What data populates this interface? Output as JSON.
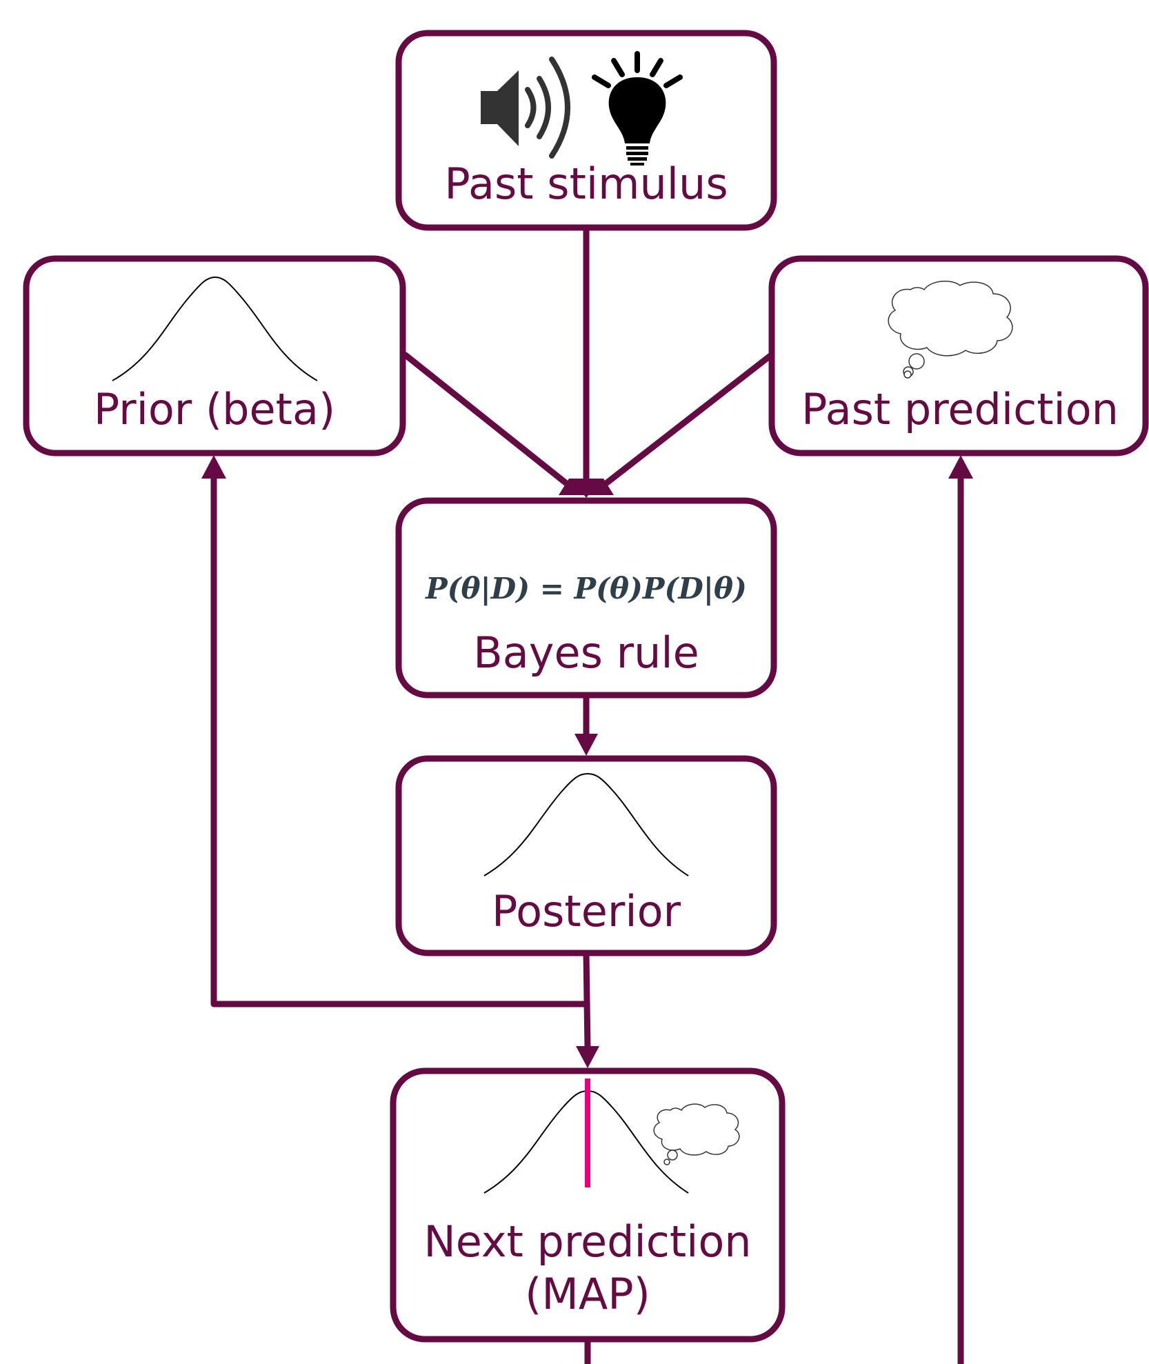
{
  "diagram": {
    "nodes": {
      "past_stimulus": {
        "label": "Past stimulus",
        "icons": [
          "speaker-icon",
          "lightbulb-icon"
        ]
      },
      "prior": {
        "label": "Prior (beta)",
        "icon": "bell-curve-icon"
      },
      "past_prediction": {
        "label": "Past prediction",
        "icon": "thought-cloud-icon"
      },
      "bayes": {
        "label": "Bayes rule",
        "formula": "P(θ|D) = P(θ)P(D|θ)"
      },
      "posterior": {
        "label": "Posterior",
        "icon": "bell-curve-icon"
      },
      "next_prediction": {
        "label_line1": "Next prediction",
        "label_line2": "(MAP)",
        "icons": [
          "bell-curve-icon",
          "map-marker",
          "thought-cloud-icon"
        ]
      }
    },
    "colors": {
      "box_stroke": "#650a42",
      "label": "#650a42",
      "formula": "#2f3f4a",
      "map_marker": "#e6007e"
    }
  }
}
